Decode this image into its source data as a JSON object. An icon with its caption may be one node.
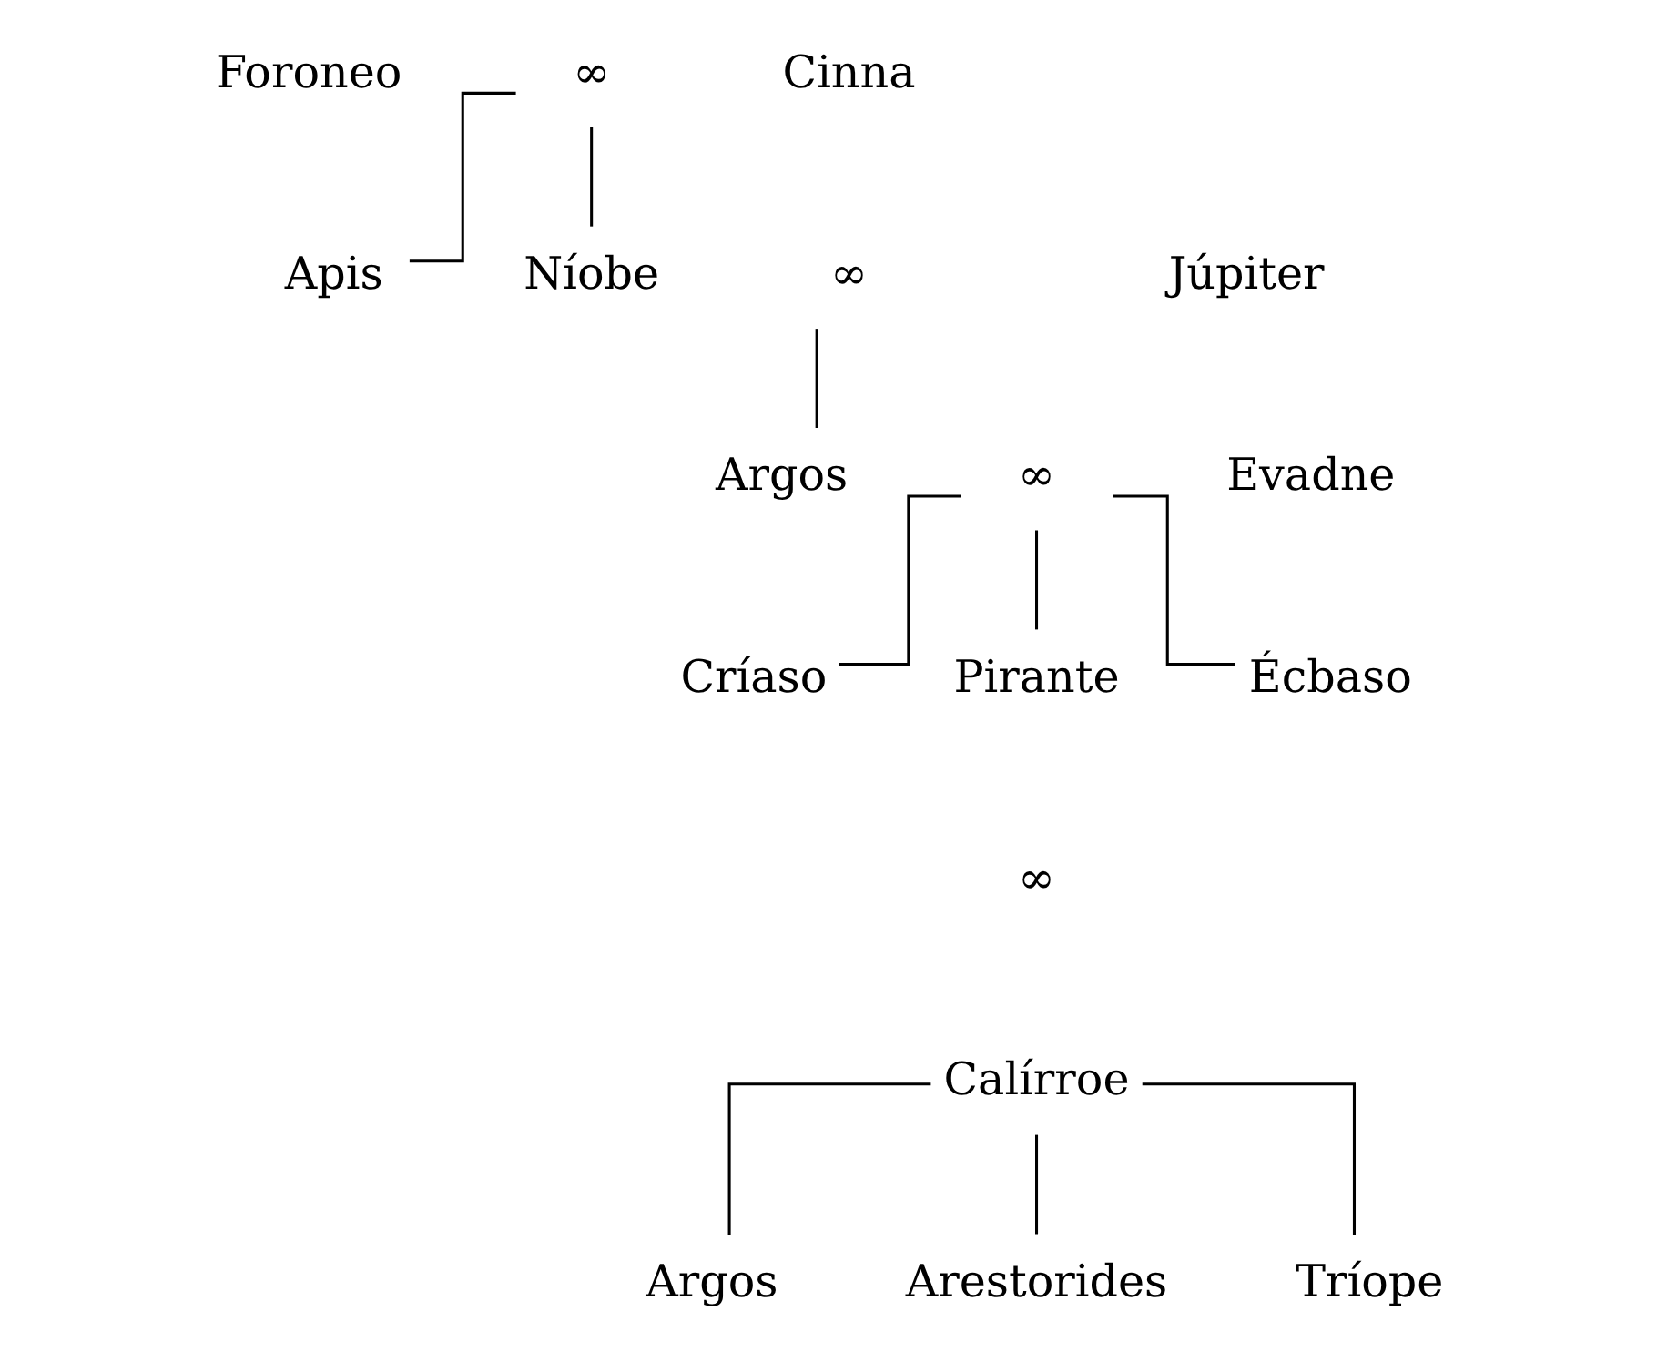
{
  "diagram": {
    "nodes": [
      {
        "text": [
          "Foroneo"
        ]
      },
      {
        "text": [
          "∞"
        ]
      },
      {
        "text": [
          "Cinna"
        ]
      },
      {
        "text": [
          "Apis"
        ]
      },
      {
        "text": [
          "Níobe"
        ]
      },
      {
        "text": [
          "∞"
        ]
      },
      {
        "text": [
          "Júpiter"
        ]
      },
      {
        "text": [
          "Argos"
        ]
      },
      {
        "text": [
          "∞"
        ]
      },
      {
        "text": [
          "Evadne"
        ]
      },
      {
        "text": [
          "Críaso"
        ]
      },
      {
        "text": [
          "Pirante"
        ]
      },
      {
        "text": [
          "Écbaso"
        ]
      },
      {
        "text": [
          "Calírroe"
        ]
      },
      {
        "text": [
          "Argos"
        ]
      },
      {
        "text": [
          "Arestorides"
        ]
      },
      {
        "text": [
          "Tríope"
        ]
      }
    ],
    "edges": [
      {
        "from": 1,
        "to": 3,
        "arrow": "none"
      },
      {
        "from": 1,
        "to": 4,
        "arrow": "none"
      },
      {
        "from": 5,
        "to": 7,
        "arrow": "none"
      },
      {
        "from": 8,
        "to": 10,
        "arrow": "none"
      },
      {
        "from": 8,
        "to": 11,
        "arrow": "none"
      },
      {
        "from": 8,
        "to": 12,
        "arrow": "none"
      },
      {
        "from": 13,
        "to": 14,
        "arrow": "none"
      },
      {
        "from": 13,
        "to": 15,
        "arrow": "none"
      },
      {
        "from": 13,
        "to": 16,
        "arrow": "none"
      }
    ],
    "labels": [
      "∞"
    ]
  }
}
